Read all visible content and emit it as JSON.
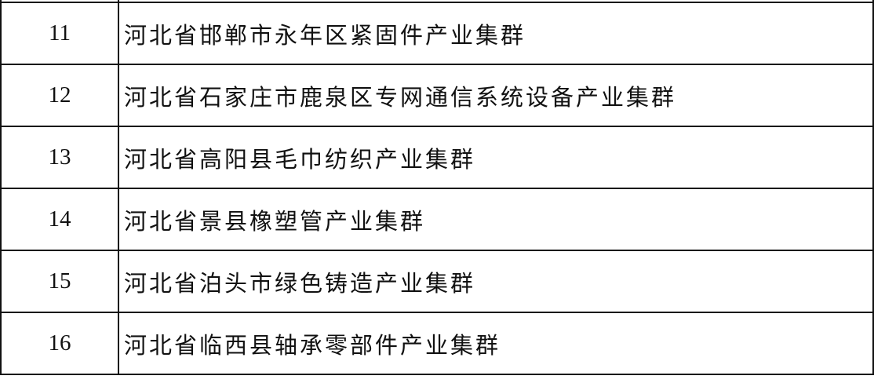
{
  "table": {
    "rows": [
      {
        "num": "11",
        "name": "河北省邯郸市永年区紧固件产业集群"
      },
      {
        "num": "12",
        "name": "河北省石家庄市鹿泉区专网通信系统设备产业集群"
      },
      {
        "num": "13",
        "name": "河北省高阳县毛巾纺织产业集群"
      },
      {
        "num": "14",
        "name": "河北省景县橡塑管产业集群"
      },
      {
        "num": "15",
        "name": "河北省泊头市绿色铸造产业集群"
      },
      {
        "num": "16",
        "name": "河北省临西县轴承零部件产业集群"
      }
    ]
  }
}
